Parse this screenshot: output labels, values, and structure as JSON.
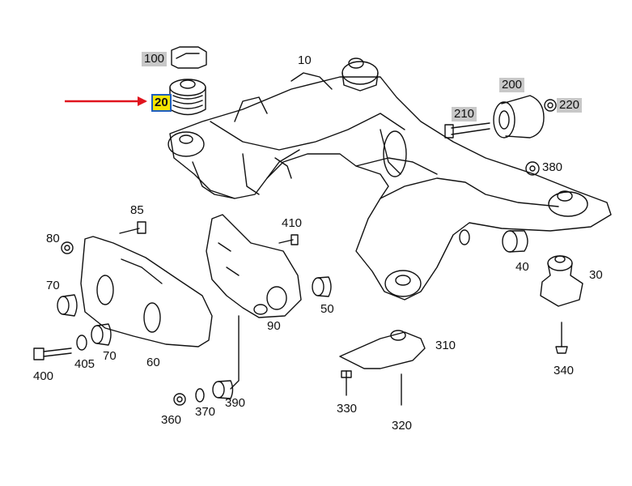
{
  "colors": {
    "highlight": "#f7e600",
    "highlight_border": "#1f5fbf",
    "label_box": "#c8c8c8",
    "arrow": "#e0141e",
    "line": "#111111"
  },
  "labels": {
    "p10": "10",
    "p20": "20",
    "p30": "30",
    "p40": "40",
    "p50": "50",
    "p60": "60",
    "p70a": "70",
    "p70b": "70",
    "p80": "80",
    "p85": "85",
    "p90": "90",
    "p100": "100",
    "p200": "200",
    "p210": "210",
    "p220": "220",
    "p310": "310",
    "p320": "320",
    "p330": "330",
    "p340": "340",
    "p360": "360",
    "p370": "370",
    "p380": "380",
    "p390": "390",
    "p400": "400",
    "p405": "405",
    "p410": "410"
  },
  "highlighted_part": "20"
}
